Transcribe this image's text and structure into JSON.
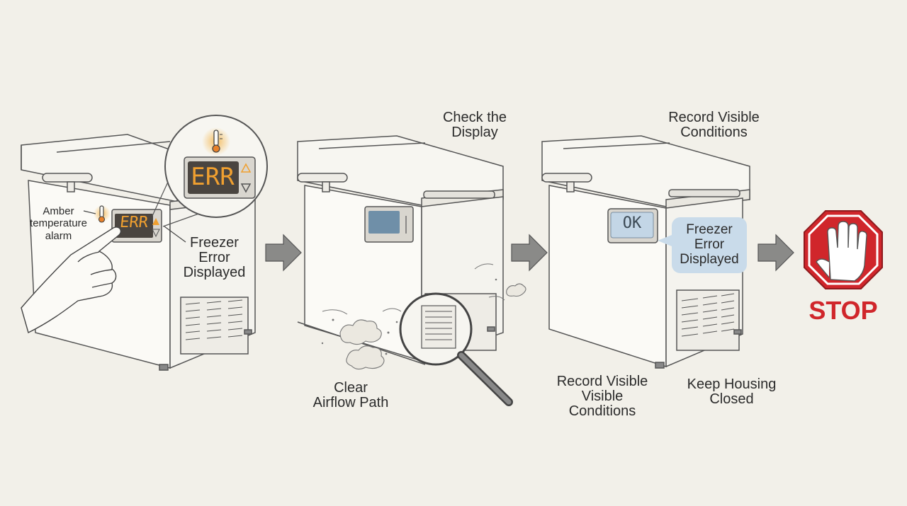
{
  "steps": [
    {
      "panel": "step-1",
      "display": "ERR",
      "zoom_display": "ERR",
      "callout_alarm": "Amber\ntemperature\nalarm",
      "callout_error": "Freezer\nError\nDisplayed"
    },
    {
      "panel": "step-2",
      "title": "Check the\nDisplay",
      "caption": "Clear\nAirflow Path"
    },
    {
      "panel": "step-3",
      "title": "Record Visible\nConditions",
      "display": "OK",
      "bubble": "Freezer\nError\nDisplayed",
      "caption_left": "Record Visible\nVisible\nConditions",
      "caption_right": "Keep Housing\nClosed"
    }
  ],
  "stop": {
    "label": "STOP"
  },
  "colors": {
    "background": "#f2f0e9",
    "line": "#555555",
    "amber": "#f0a030",
    "stop_red": "#d0262b",
    "bubble_blue": "#c9dbea",
    "display_dark": "#4a4540"
  },
  "icons": [
    "thermometer-icon",
    "arrow-right-icon",
    "magnifier-icon",
    "hand-icon",
    "stop-sign-icon"
  ]
}
